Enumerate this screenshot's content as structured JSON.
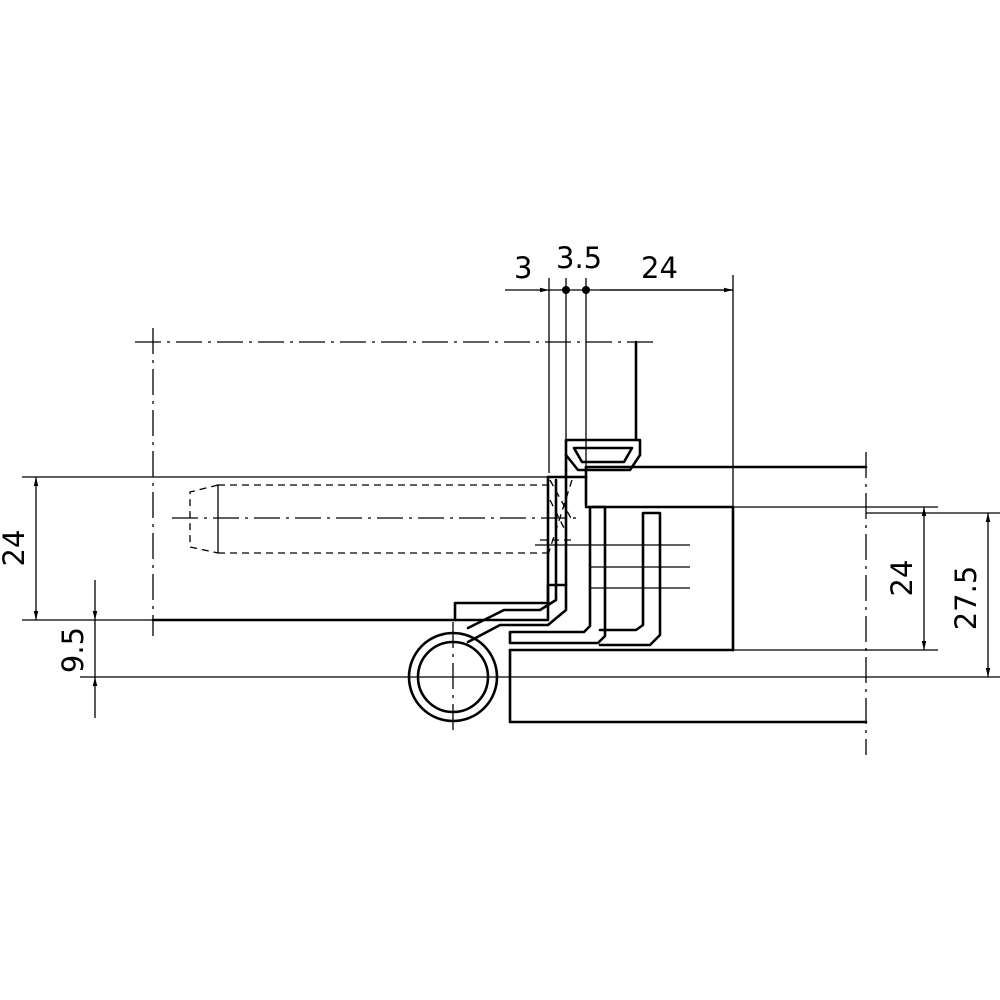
{
  "dimensions": {
    "gap_3": "3",
    "gap_3_5": "3.5",
    "width_24_top": "24",
    "left_height_24": "24",
    "left_offset_9_5": "9.5",
    "right_height_24": "24",
    "right_height_27_5": "27.5"
  }
}
